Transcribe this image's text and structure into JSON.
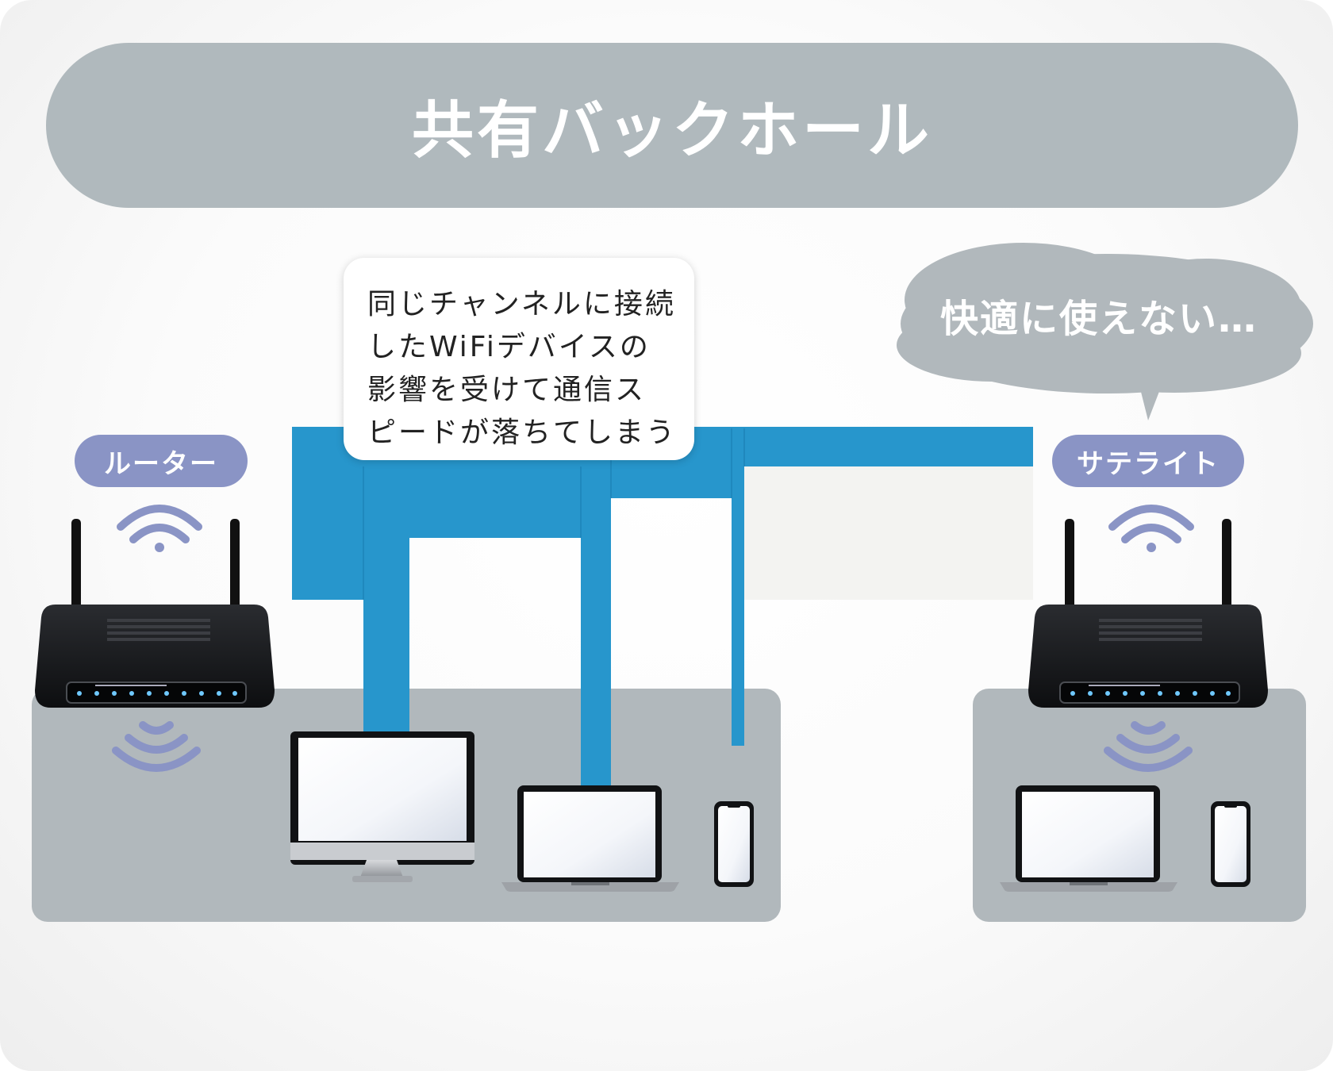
{
  "title": "共有バックホール",
  "labels": {
    "router": "ルーター",
    "satellite": "サテライト"
  },
  "callout": "同じチャンネルに接続\nしたWiFiデバイスの\n影響を受けて通信ス\nピードが落ちてしまう",
  "speech": "快適に使えない…",
  "colors": {
    "title_bg": "#b0b9bd",
    "panel": "#b1b8bc",
    "label_pill": "#8a94c5",
    "wifi_waves": "#8a94c5",
    "interference_band": "#2796cc",
    "speech_bubble": "#b1b8bc"
  },
  "icons": {
    "router": "router-icon",
    "satellite": "router-icon",
    "wifi": "wifi-icon",
    "desktop": "desktop-monitor-icon",
    "laptop": "laptop-icon",
    "phone": "smartphone-icon"
  }
}
